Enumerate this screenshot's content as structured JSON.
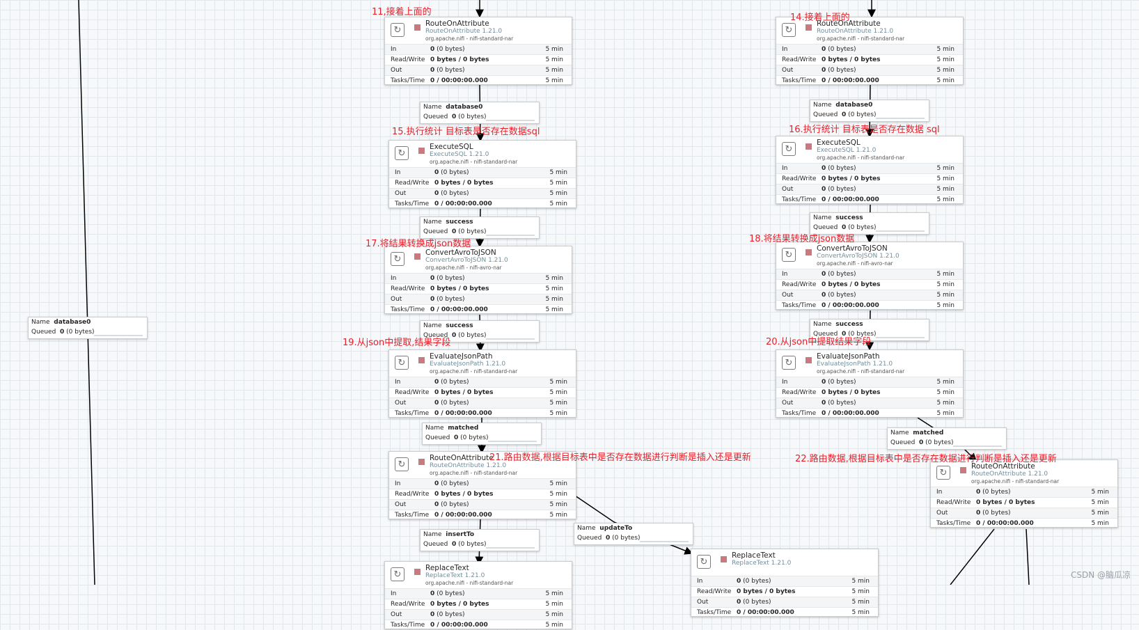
{
  "processors": [
    {
      "id": "p1",
      "name": "RouteOnAttribute",
      "type": "RouteOnAttribute 1.21.0",
      "bundle": "org.apache.nifi - nifi-standard-nar"
    },
    {
      "id": "p2",
      "name": "RouteOnAttribute",
      "type": "RouteOnAttribute 1.21.0",
      "bundle": "org.apache.nifi - nifi-standard-nar"
    },
    {
      "id": "p3",
      "name": "ExecuteSQL",
      "type": "ExecuteSQL 1.21.0",
      "bundle": "org.apache.nifi - nifi-standard-nar"
    },
    {
      "id": "p4",
      "name": "ExecuteSQL",
      "type": "ExecuteSQL 1.21.0",
      "bundle": "org.apache.nifi - nifi-standard-nar"
    },
    {
      "id": "p5",
      "name": "ConvertAvroToJSON",
      "type": "ConvertAvroToJSON 1.21.0",
      "bundle": "org.apache.nifi - nifi-avro-nar"
    },
    {
      "id": "p6",
      "name": "ConvertAvroToJSON",
      "type": "ConvertAvroToJSON 1.21.0",
      "bundle": "org.apache.nifi - nifi-avro-nar"
    },
    {
      "id": "p7",
      "name": "EvaluateJsonPath",
      "type": "EvaluateJsonPath 1.21.0",
      "bundle": "org.apache.nifi - nifi-standard-nar"
    },
    {
      "id": "p8",
      "name": "EvaluateJsonPath",
      "type": "EvaluateJsonPath 1.21.0",
      "bundle": "org.apache.nifi - nifi-standard-nar"
    },
    {
      "id": "p9",
      "name": "RouteOnAttribute",
      "type": "RouteOnAttribute 1.21.0",
      "bundle": "org.apache.nifi - nifi-standard-nar"
    },
    {
      "id": "p10",
      "name": "RouteOnAttribute",
      "type": "RouteOnAttribute 1.21.0",
      "bundle": "org.apache.nifi - nifi-standard-nar"
    },
    {
      "id": "p11",
      "name": "ReplaceText",
      "type": "ReplaceText 1.21.0",
      "bundle": "org.apache.nifi - nifi-standard-nar"
    },
    {
      "id": "p12",
      "name": "ReplaceText",
      "type": "ReplaceText 1.21.0",
      "bundle": ""
    }
  ],
  "stats": {
    "in_label": "In",
    "in_value": "0 (0 bytes)",
    "rw_label": "Read/Write",
    "rw_value": "0 bytes / 0 bytes",
    "out_label": "Out",
    "out_value": "0 (0 bytes)",
    "tasks_label": "Tasks/Time",
    "tasks_value": "0 / 00:00:00.000",
    "window": "5 min"
  },
  "connection_labels": {
    "name": "Name",
    "queued": "Queued",
    "queued_value": "0 (0 bytes)"
  },
  "connections": [
    {
      "id": "c1",
      "name": "database0"
    },
    {
      "id": "c2",
      "name": "database0"
    },
    {
      "id": "c3",
      "name": "success"
    },
    {
      "id": "c4",
      "name": "success"
    },
    {
      "id": "c5",
      "name": "success"
    },
    {
      "id": "c6",
      "name": "success"
    },
    {
      "id": "c7",
      "name": "matched"
    },
    {
      "id": "c8",
      "name": "matched"
    },
    {
      "id": "c9",
      "name": "insertTo"
    },
    {
      "id": "c10",
      "name": "updateTo"
    },
    {
      "id": "c11",
      "name": "database0"
    }
  ],
  "annotations": [
    "11,接着上面的",
    "14.接着上面的",
    "15.执行统计 目标表是否存在数据sql",
    "16.执行统计 目标表是否存在数据 sql",
    "17.将结果转换成json数据",
    "18.将结果转换成json数据",
    "19.从json中提取,结果字段",
    "20.从json中提取结果字段",
    "21.路由数据,根据目标表中是否存在数据进行判断是插入还是更新",
    "22.路由数据,根据目标表中是否存在数据进行判断是插入还是更新"
  ],
  "watermark": "CSDN @脑瓜凉"
}
